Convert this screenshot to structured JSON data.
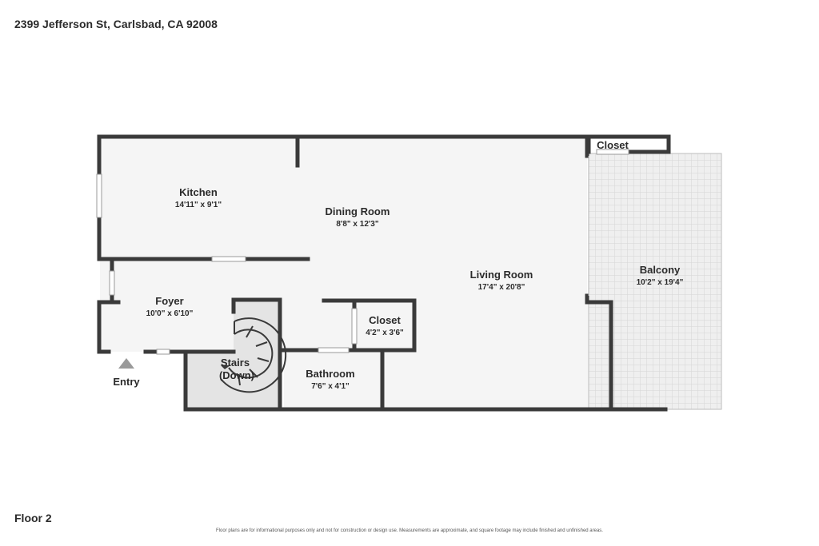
{
  "header": {
    "address": "2399 Jefferson St, Carlsbad, CA 92008"
  },
  "rooms": {
    "kitchen": {
      "name": "Kitchen",
      "dims": "14'11\" x 9'1\""
    },
    "dining": {
      "name": "Dining Room",
      "dims": "8'8\" x 12'3\""
    },
    "living": {
      "name": "Living Room",
      "dims": "17'4\" x 20'8\""
    },
    "balcony": {
      "name": "Balcony",
      "dims": "10'2\" x 19'4\""
    },
    "closet_top": {
      "name": "Closet"
    },
    "foyer": {
      "name": "Foyer",
      "dims": "10'0\" x 6'10\""
    },
    "closet": {
      "name": "Closet",
      "dims": "4'2\" x 3'6\""
    },
    "stairs": {
      "name": "Stairs",
      "direction": "(Down)"
    },
    "bathroom": {
      "name": "Bathroom",
      "dims": "7'6\" x 4'1\""
    }
  },
  "entry": {
    "label": "Entry"
  },
  "footer": {
    "floor": "Floor 2",
    "disclaimer": "Floor plans are for informational purposes only and not for construction or design use. Measurements are approximate, and square footage may include finished and unfinished areas."
  },
  "colors": {
    "wall": "#3a3a3a",
    "floor": "#f5f5f5",
    "stairs": "#e4e4e4",
    "balcony": "#efefef"
  }
}
